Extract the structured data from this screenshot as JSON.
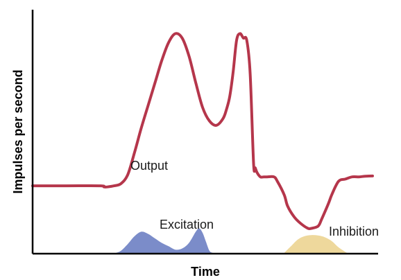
{
  "chart_data": {
    "type": "line",
    "title": "",
    "xlabel": "Time",
    "ylabel": "Impulses per second",
    "x_ticks": "none",
    "y_ticks": "none",
    "grid": false,
    "axes": [
      "left",
      "bottom"
    ],
    "units": "relative (time 0-100, impulse rate 0-100)",
    "xlim": [
      0,
      100
    ],
    "ylim": [
      0,
      100
    ],
    "series": [
      {
        "name": "Output",
        "type": "line",
        "color": "#B5364B",
        "x": [
          0,
          10,
          20,
          21,
          22,
          24,
          26,
          28,
          30,
          32,
          34,
          36,
          38,
          40,
          42,
          44,
          46,
          48,
          50,
          52,
          54,
          56,
          57,
          58,
          59,
          60,
          61,
          62,
          63,
          64,
          65,
          65.5,
          66,
          67,
          68,
          69,
          71,
          72,
          74,
          75,
          77,
          79,
          81,
          82,
          84,
          85,
          87,
          88,
          90,
          92,
          94,
          96,
          98,
          100
        ],
        "y": [
          30,
          30,
          30,
          29.5,
          29.5,
          30,
          31,
          35,
          45,
          56,
          66,
          76,
          86,
          94,
          98,
          96,
          88,
          76,
          65,
          59,
          57,
          60,
          64,
          70,
          81,
          95,
          98,
          96,
          95,
          80,
          40,
          38,
          36,
          34,
          34,
          34,
          34,
          32,
          26,
          21,
          16,
          13,
          11,
          11,
          12,
          15,
          22,
          26,
          32,
          33,
          34,
          34,
          34.3,
          34.4
        ]
      },
      {
        "name": "Excitation",
        "type": "area",
        "color": "#7B8CC9",
        "x": [
          24.5,
          26,
          28,
          30,
          32,
          34,
          36,
          38,
          40,
          42,
          44,
          46,
          48,
          49,
          50,
          51,
          52,
          53
        ],
        "y": [
          0,
          1,
          4,
          7.5,
          9.5,
          8.5,
          6.5,
          4.5,
          3,
          1.5,
          2,
          4.5,
          9.5,
          11,
          9,
          5,
          1,
          0
        ]
      },
      {
        "name": "Inhibition",
        "type": "area",
        "color": "#EED89C",
        "x": [
          74,
          76,
          78,
          80,
          82,
          84,
          86,
          88,
          90,
          92.5
        ],
        "y": [
          0,
          3,
          6,
          7.5,
          8,
          7.8,
          7,
          5.3,
          2.5,
          0
        ]
      }
    ],
    "annotations": [
      {
        "text": "Output",
        "target": "Output"
      },
      {
        "text": "Excitation",
        "target": "Excitation"
      },
      {
        "text": "Inhibition",
        "target": "Inhibition"
      }
    ]
  }
}
